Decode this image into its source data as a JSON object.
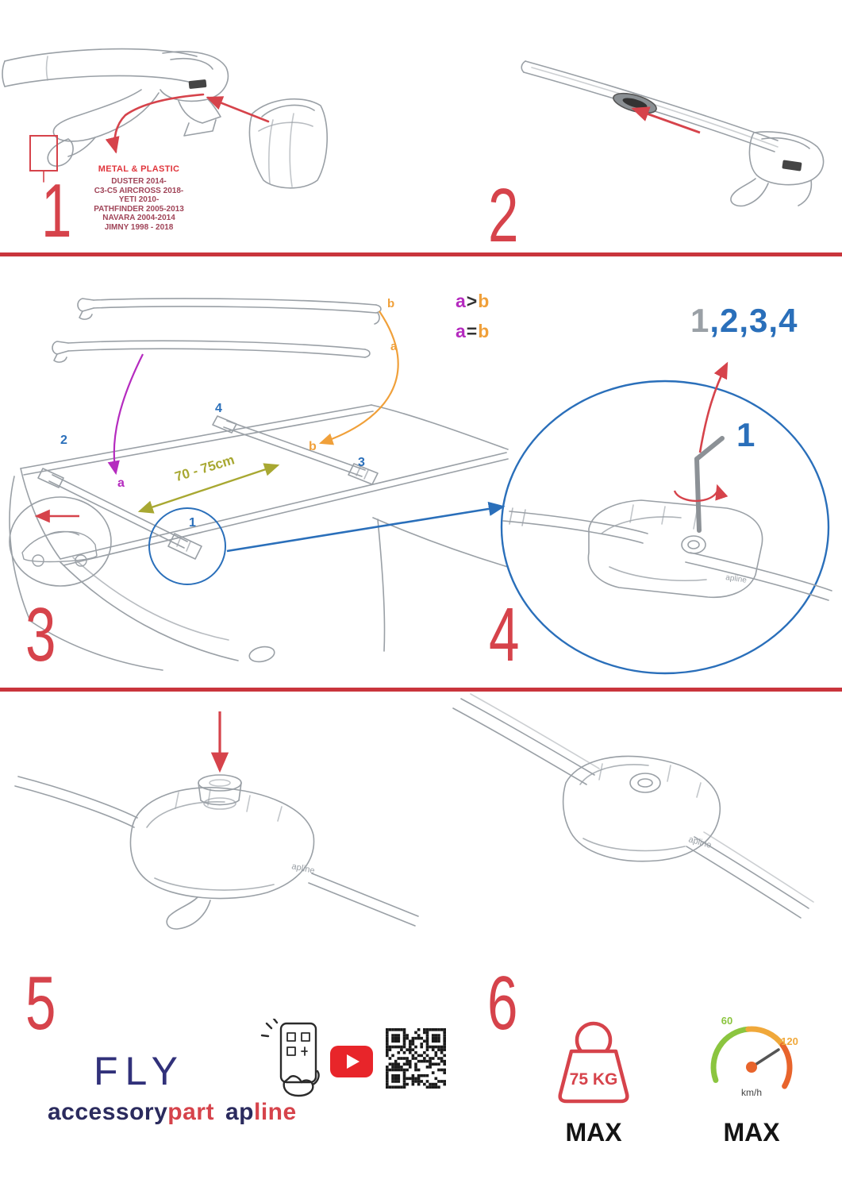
{
  "colors": {
    "red": "#d6434b",
    "blue": "#2a6fba",
    "purple": "#b52bbf",
    "orange": "#f0a03a",
    "olive": "#a8a832",
    "navy": "#2b2b5e",
    "maroon": "#a04458",
    "gauge_green": "#8bc53f",
    "gauge_amber": "#f0a83a",
    "gauge_red": "#e8642c"
  },
  "step1": {
    "number": "1",
    "material": "METAL & PLASTIC",
    "models": [
      "DUSTER 2014-",
      "C3-C5 AIRCROSS 2018-",
      "YETI 2010-",
      "PATHFINDER 2005-2013",
      "NAVARA 2004-2014",
      "JIMNY 1998 - 2018"
    ]
  },
  "step2": {
    "number": "2"
  },
  "step3": {
    "number": "3",
    "top_bar_b": "b",
    "top_bar_a": "a",
    "rule_gt": {
      "a": "a",
      "op": ">",
      "b": "b"
    },
    "rule_eq": {
      "a": "a",
      "op": "=",
      "b": "b"
    },
    "distance": "70 - 75cm",
    "roof": {
      "n2": "2",
      "n4": "4",
      "n3": "3",
      "n1": "1",
      "a": "a",
      "b": "b"
    }
  },
  "step4": {
    "number": "4",
    "sequence_first": "1",
    "sequence_rest": ",2,3,4",
    "callout": "1"
  },
  "step5": {
    "number": "5"
  },
  "step6": {
    "number": "6"
  },
  "limits": {
    "weight_value": "75 KG",
    "weight_max_label": "MAX",
    "speed_min": "60",
    "speed_top": "120",
    "speed_unit": "km/h",
    "speed_max_label": "MAX"
  },
  "branding": {
    "product": "FLY",
    "accessory": "accessory",
    "part": "part",
    "brand_ap": "ap",
    "brand_line": "line",
    "part_logo": "apline"
  }
}
